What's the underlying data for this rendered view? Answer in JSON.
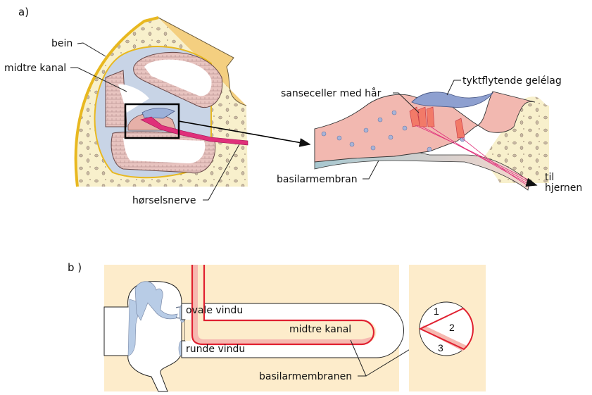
{
  "panel_a": {
    "label": "a)",
    "labels": {
      "bone": "bein",
      "middle_canal": "midtre kanal",
      "auditory_nerve": "hørselsnerve",
      "hair_cells": "sanseceller med hår",
      "gel_layer": "tyktflytende gelélag",
      "basilar_membrane": "basilarmembran",
      "to_brain_line1": "til",
      "to_brain_line2": "hjernen"
    }
  },
  "panel_b": {
    "label": "b )",
    "labels": {
      "oval_window": "ovale vindu",
      "round_window": "runde vindu",
      "middle_canal": "midtre kanal",
      "basilar_membrane": "basilarmembranen"
    },
    "cross_section_numbers": [
      "1",
      "2",
      "3"
    ]
  },
  "colors": {
    "bone": "#f8f0cc",
    "bone_outline": "#e8b820",
    "tissue": "#f2b8b0",
    "nerve": "#e0307a",
    "gel": "#8ea0d0",
    "fluid": "#c8d4e6",
    "panel_bg": "#fdeccb",
    "canal_red": "#e02030",
    "canal_pink": "#f6b8b0",
    "ossicle": "#b8cce6"
  }
}
